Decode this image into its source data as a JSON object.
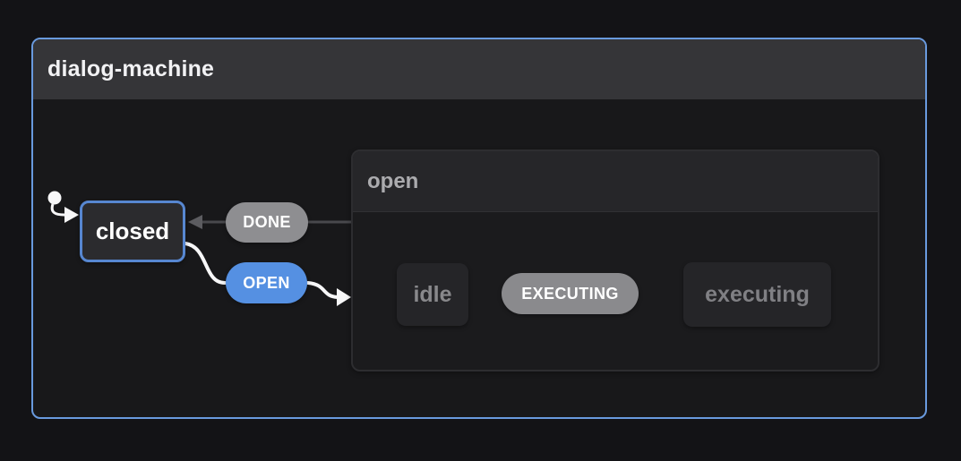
{
  "machine": {
    "title": "dialog-machine"
  },
  "states": {
    "closed": {
      "label": "closed",
      "active": true
    },
    "open": {
      "label": "open",
      "type": "compound"
    },
    "idle": {
      "label": "idle"
    },
    "executing": {
      "label": "executing"
    }
  },
  "transitions": {
    "done": {
      "label": "DONE",
      "from": "open",
      "to": "closed"
    },
    "open": {
      "label": "OPEN",
      "from": "closed",
      "to": "open"
    },
    "executing": {
      "label": "EXECUTING",
      "from": "idle",
      "to": "executing"
    }
  },
  "colors": {
    "page_bg": "#131316",
    "frame_border": "#699ade",
    "machine_header_bg": "#353538",
    "machine_body_bg": "#18181a",
    "accent_blue": "#5590e2",
    "active_border": "#5787d1",
    "event_gray": "#8e8e91",
    "compound_header_bg": "#262629",
    "compound_bg": "#1b1b1d",
    "node_bg": "#252528",
    "node_text": "#88888b",
    "edge_white": "#f7f7f8",
    "edge_gray": "#6e6e71",
    "edge_dark": "#48484c"
  }
}
